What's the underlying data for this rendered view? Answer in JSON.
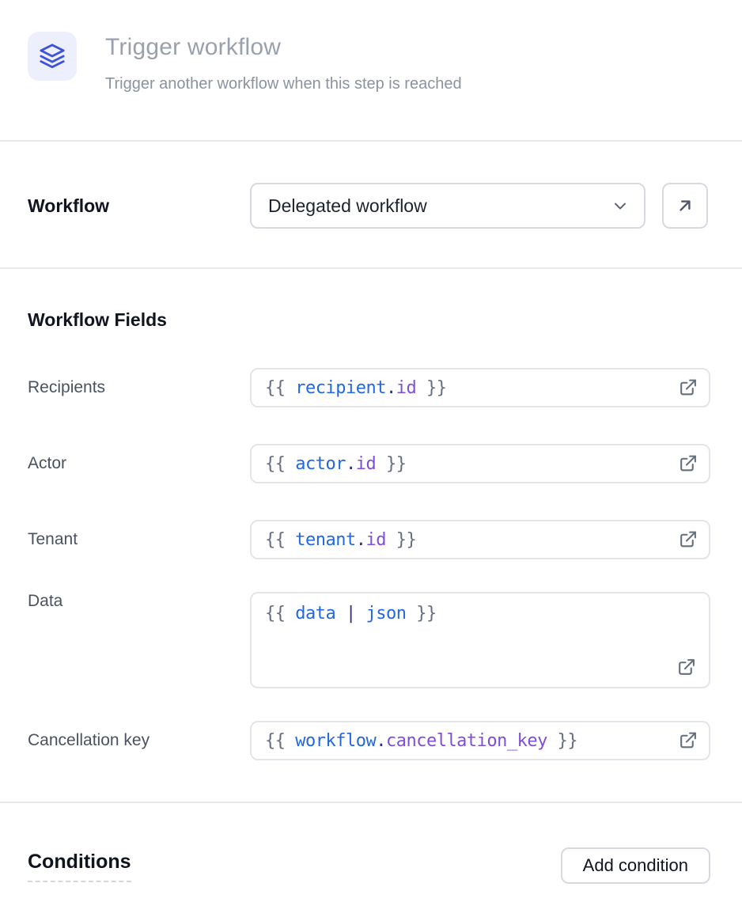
{
  "header": {
    "icon": "layers-icon",
    "title": "Trigger workflow",
    "subtitle": "Trigger another workflow when this step is reached"
  },
  "workflow_row": {
    "label": "Workflow",
    "selected_option": "Delegated workflow"
  },
  "workflow_fields": {
    "heading": "Workflow Fields",
    "fields": [
      {
        "label": "Recipients",
        "parts": [
          "{{ ",
          "recipient",
          ".",
          "id",
          " }}"
        ]
      },
      {
        "label": "Actor",
        "parts": [
          "{{ ",
          "actor",
          ".",
          "id",
          " }}"
        ]
      },
      {
        "label": "Tenant",
        "parts": [
          "{{ ",
          "tenant",
          ".",
          "id",
          " }}"
        ]
      },
      {
        "label": "Data",
        "parts": [
          "{{ ",
          "data",
          " | ",
          "json",
          " }}"
        ]
      },
      {
        "label": "Cancellation key",
        "parts": [
          "{{ ",
          "workflow",
          ".",
          "cancellation_key",
          " }}"
        ]
      }
    ]
  },
  "conditions": {
    "heading": "Conditions",
    "add_button_label": "Add condition"
  },
  "colors": {
    "accent_icon_blue": "#3d51db",
    "icon_background": "#edf0fc",
    "code_brace_gray": "#646f7f",
    "code_identifier_blue": "#2268e0",
    "code_operator_dark": "#2b3185",
    "code_property_purple": "#7d4fd8"
  }
}
